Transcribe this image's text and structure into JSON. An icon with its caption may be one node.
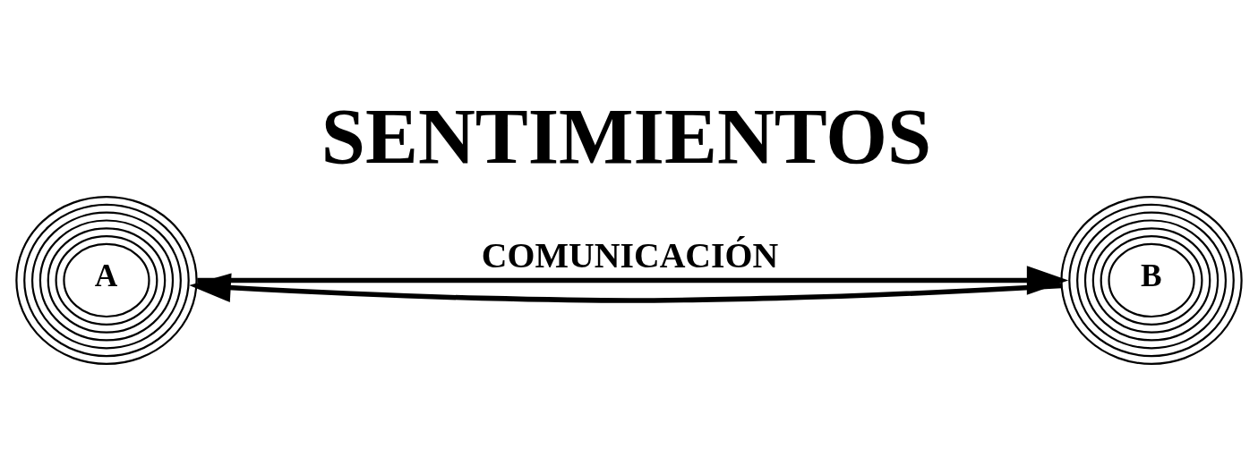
{
  "diagram": {
    "title": "SENTIMIENTOS",
    "nodes": [
      {
        "text": [
          "A"
        ]
      },
      {
        "text": [
          "B"
        ]
      }
    ],
    "edges": [
      {
        "from": 0,
        "to": 1,
        "arrow": "to",
        "label": "COMUNICACIÓN"
      },
      {
        "from": 1,
        "to": 0,
        "arrow": "to"
      }
    ]
  }
}
